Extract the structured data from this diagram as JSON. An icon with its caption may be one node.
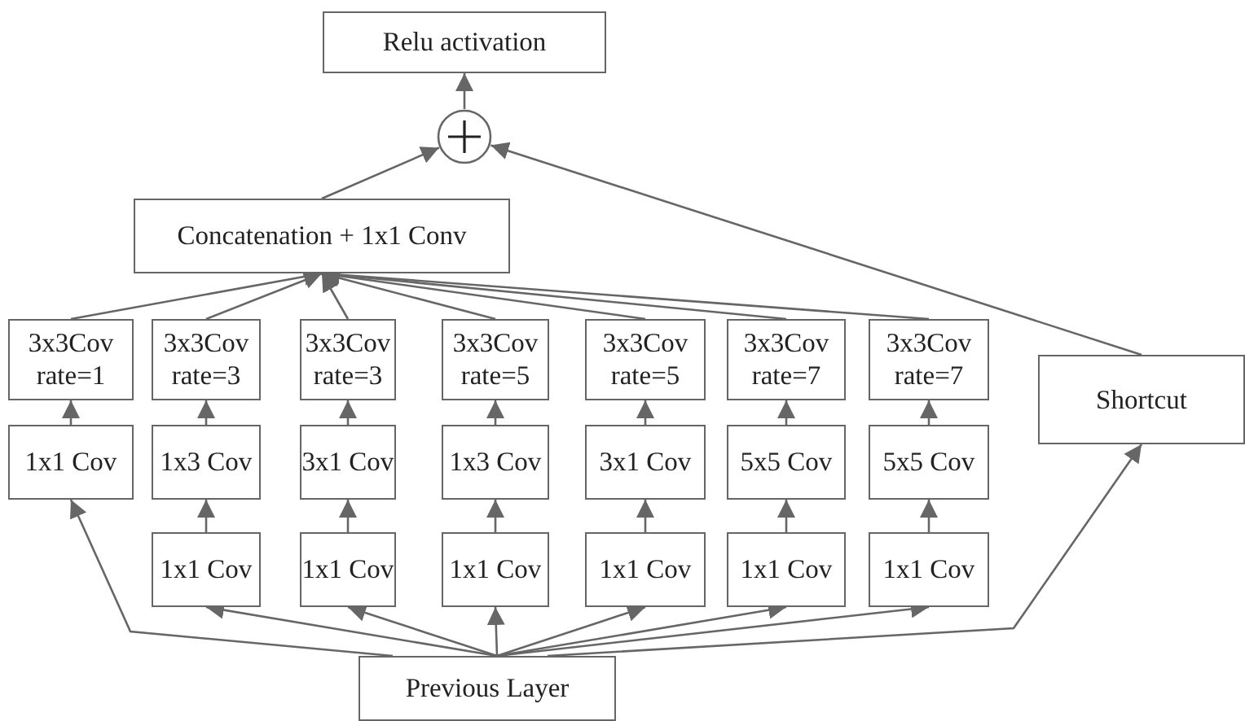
{
  "diagram": {
    "nodes": [
      {
        "text": [
          "Relu activation"
        ]
      },
      {
        "text": [],
        "shape": "circle"
      },
      {
        "text": [
          "Concatenation + 1x1 Conv"
        ]
      },
      {
        "text": [
          "3x3Cov rate=1"
        ]
      },
      {
        "text": [
          "3x3Cov rate=3"
        ]
      },
      {
        "text": [
          "3x3Cov rate=3"
        ]
      },
      {
        "text": [
          "3x3Cov rate=5"
        ]
      },
      {
        "text": [
          "3x3Cov rate=5"
        ]
      },
      {
        "text": [
          "3x3Cov rate=7"
        ]
      },
      {
        "text": [
          "3x3Cov rate=7"
        ]
      },
      {
        "text": [
          "Shortcut"
        ]
      },
      {
        "text": [
          "1x1 Cov"
        ]
      },
      {
        "text": [
          "1x3 Cov"
        ]
      },
      {
        "text": [
          "3x1 Cov"
        ]
      },
      {
        "text": [
          "1x3 Cov"
        ]
      },
      {
        "text": [
          "3x1 Cov"
        ]
      },
      {
        "text": [
          "5x5 Cov"
        ]
      },
      {
        "text": [
          "5x5 Cov"
        ]
      },
      {
        "text": [
          "1x1 Cov"
        ]
      },
      {
        "text": [
          "1x1 Cov"
        ]
      },
      {
        "text": [
          "1x1 Cov"
        ]
      },
      {
        "text": [
          "1x1 Cov"
        ]
      },
      {
        "text": [
          "1x1 Cov"
        ]
      },
      {
        "text": [
          "1x1 Cov"
        ]
      },
      {
        "text": [
          "Previous Layer"
        ]
      }
    ],
    "edges": [
      {
        "from": 1,
        "to": 0,
        "arrow": "to"
      },
      {
        "from": 2,
        "to": 1,
        "arrow": "to"
      },
      {
        "from": 10,
        "to": 1,
        "arrow": "to"
      },
      {
        "from": 3,
        "to": 2,
        "arrow": "to"
      },
      {
        "from": 4,
        "to": 2,
        "arrow": "to"
      },
      {
        "from": 5,
        "to": 2,
        "arrow": "to"
      },
      {
        "from": 6,
        "to": 2,
        "arrow": "to"
      },
      {
        "from": 7,
        "to": 2,
        "arrow": "to"
      },
      {
        "from": 8,
        "to": 2,
        "arrow": "to"
      },
      {
        "from": 9,
        "to": 2,
        "arrow": "to"
      },
      {
        "from": 11,
        "to": 3,
        "arrow": "to"
      },
      {
        "from": 12,
        "to": 4,
        "arrow": "to"
      },
      {
        "from": 13,
        "to": 5,
        "arrow": "to"
      },
      {
        "from": 14,
        "to": 6,
        "arrow": "to"
      },
      {
        "from": 15,
        "to": 7,
        "arrow": "to"
      },
      {
        "from": 16,
        "to": 8,
        "arrow": "to"
      },
      {
        "from": 17,
        "to": 9,
        "arrow": "to"
      },
      {
        "from": 18,
        "to": 12,
        "arrow": "to"
      },
      {
        "from": 19,
        "to": 13,
        "arrow": "to"
      },
      {
        "from": 20,
        "to": 14,
        "arrow": "to"
      },
      {
        "from": 21,
        "to": 15,
        "arrow": "to"
      },
      {
        "from": 22,
        "to": 16,
        "arrow": "to"
      },
      {
        "from": 23,
        "to": 17,
        "arrow": "to"
      },
      {
        "from": 24,
        "to": 11,
        "arrow": "to"
      },
      {
        "from": 24,
        "to": 18,
        "arrow": "to"
      },
      {
        "from": 24,
        "to": 19,
        "arrow": "to"
      },
      {
        "from": 24,
        "to": 20,
        "arrow": "to"
      },
      {
        "from": 24,
        "to": 21,
        "arrow": "to"
      },
      {
        "from": 24,
        "to": 22,
        "arrow": "to"
      },
      {
        "from": 24,
        "to": 23,
        "arrow": "to"
      },
      {
        "from": 24,
        "to": 10,
        "arrow": "to"
      }
    ]
  }
}
